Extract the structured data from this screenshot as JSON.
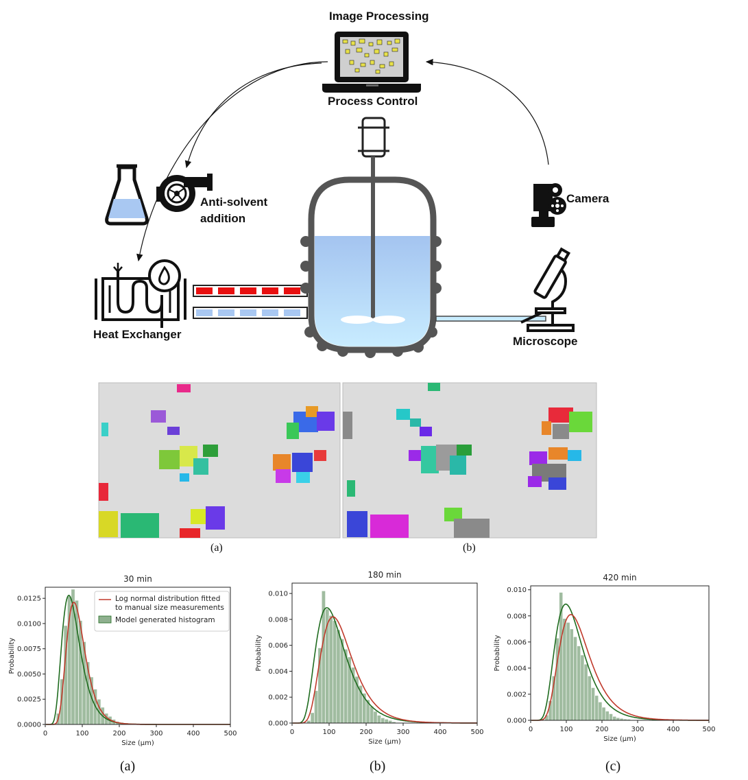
{
  "diagram": {
    "image_processing": "Image Processing",
    "process_control": "Process Control",
    "anti_solvent": "Anti-solvent",
    "addition": "addition",
    "camera": "Camera",
    "heat_exchanger": "Heat Exchanger",
    "microscope": "Microscope"
  },
  "micrographs": {
    "caption_a": "(a)",
    "caption_b": "(b)"
  },
  "colors": {
    "liquid": "#a9c8f2",
    "vessel": "#555555",
    "hot_line": "#e81010",
    "cold_line": "#a9c8f2",
    "histogram_fill": "#8fb08f",
    "histogram_line": "#1e6b1e",
    "lognormal_line": "#c0392b"
  },
  "chart_data": [
    {
      "type": "bar",
      "title": "30 min",
      "caption": "(a)",
      "xlabel": "Size (μm)",
      "ylabel": "Probability",
      "xlim": [
        0,
        500
      ],
      "ylim": [
        0,
        0.0136
      ],
      "xticks": [
        0,
        100,
        200,
        300,
        400,
        500
      ],
      "yticks": [
        "0.0000",
        "0.0025",
        "0.0050",
        "0.0075",
        "0.0100",
        "0.0125"
      ],
      "ytick_values": [
        0,
        0.0025,
        0.005,
        0.0075,
        0.01,
        0.0125
      ],
      "bin_start": 20,
      "bin_width": 10,
      "histogram": [
        0.0001,
        0.0011,
        0.0045,
        0.0098,
        0.0127,
        0.0134,
        0.0123,
        0.0103,
        0.0082,
        0.0062,
        0.0047,
        0.0035,
        0.0025,
        0.0017,
        0.0011,
        0.0008,
        0.0005,
        0.0003,
        0.0002,
        0.0001,
        8e-05,
        5e-05
      ],
      "legend": [
        "Log normal distribution fitted\n to manual size measurements",
        "Model generated histogram"
      ],
      "kde": {
        "mu": 4.3,
        "sigma": 0.38,
        "peak": 0.0128
      },
      "lognormal": {
        "mu": 4.45,
        "sigma": 0.32,
        "peak": 0.0121
      },
      "grid": false
    },
    {
      "type": "bar",
      "title": "180 min",
      "caption": "(b)",
      "xlabel": "Size (μm)",
      "ylabel": "Probability",
      "xlim": [
        0,
        500
      ],
      "ylim": [
        0,
        0.0108
      ],
      "xticks": [
        0,
        100,
        200,
        300,
        400,
        500
      ],
      "yticks": [
        "0.000",
        "0.002",
        "0.004",
        "0.006",
        "0.008",
        "0.010"
      ],
      "ytick_values": [
        0,
        0.002,
        0.004,
        0.006,
        0.008,
        0.01
      ],
      "bin_start": 40,
      "bin_width": 10,
      "histogram": [
        0.0002,
        0.0008,
        0.0025,
        0.0058,
        0.0102,
        0.0088,
        0.0083,
        0.0079,
        0.0072,
        0.0065,
        0.0057,
        0.0051,
        0.0043,
        0.0036,
        0.0029,
        0.0023,
        0.0018,
        0.0013,
        0.0009,
        0.0006,
        0.0004,
        0.0003,
        0.0002,
        0.0001
      ],
      "kde": {
        "mu": 4.72,
        "sigma": 0.42,
        "peak": 0.0089
      },
      "lognormal": {
        "mu": 4.85,
        "sigma": 0.38,
        "peak": 0.0082
      },
      "grid": false
    },
    {
      "type": "bar",
      "title": "420 min",
      "caption": "(c)",
      "xlabel": "Size (μm)",
      "ylabel": "Probability",
      "xlim": [
        0,
        500
      ],
      "ylim": [
        0,
        0.0103
      ],
      "xticks": [
        0,
        100,
        200,
        300,
        400,
        500
      ],
      "yticks": [
        "0.000",
        "0.002",
        "0.004",
        "0.006",
        "0.008",
        "0.010"
      ],
      "ytick_values": [
        0,
        0.002,
        0.004,
        0.006,
        0.008,
        0.01
      ],
      "bin_start": 40,
      "bin_width": 10,
      "histogram": [
        0.0004,
        0.0015,
        0.0034,
        0.0063,
        0.0098,
        0.0078,
        0.0075,
        0.007,
        0.0064,
        0.0057,
        0.005,
        0.0043,
        0.0034,
        0.0025,
        0.0019,
        0.0014,
        0.001,
        0.0007,
        0.0005,
        0.0003,
        0.0002,
        0.00015,
        0.0001,
        8e-05
      ],
      "kde": {
        "mu": 4.75,
        "sigma": 0.4,
        "peak": 0.0089
      },
      "lognormal": {
        "mu": 4.87,
        "sigma": 0.38,
        "peak": 0.0081
      },
      "grid": false
    }
  ]
}
